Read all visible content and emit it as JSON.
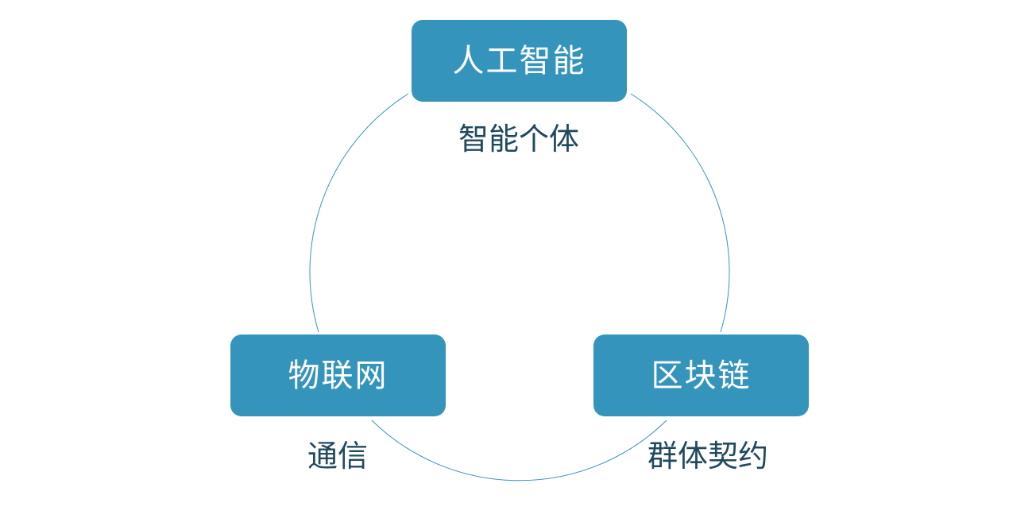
{
  "colors": {
    "node_fill": "#3594bc",
    "node_text": "#ffffff",
    "caption_text": "#1f4a5e",
    "circle_stroke": "#3594bc",
    "background": "#ffffff"
  },
  "nodes": {
    "ai": {
      "label": "人工智能",
      "caption": "智能个体"
    },
    "iot": {
      "label": "物联网",
      "caption": "通信"
    },
    "blockchain": {
      "label": "区块链",
      "caption": "群体契约"
    }
  }
}
